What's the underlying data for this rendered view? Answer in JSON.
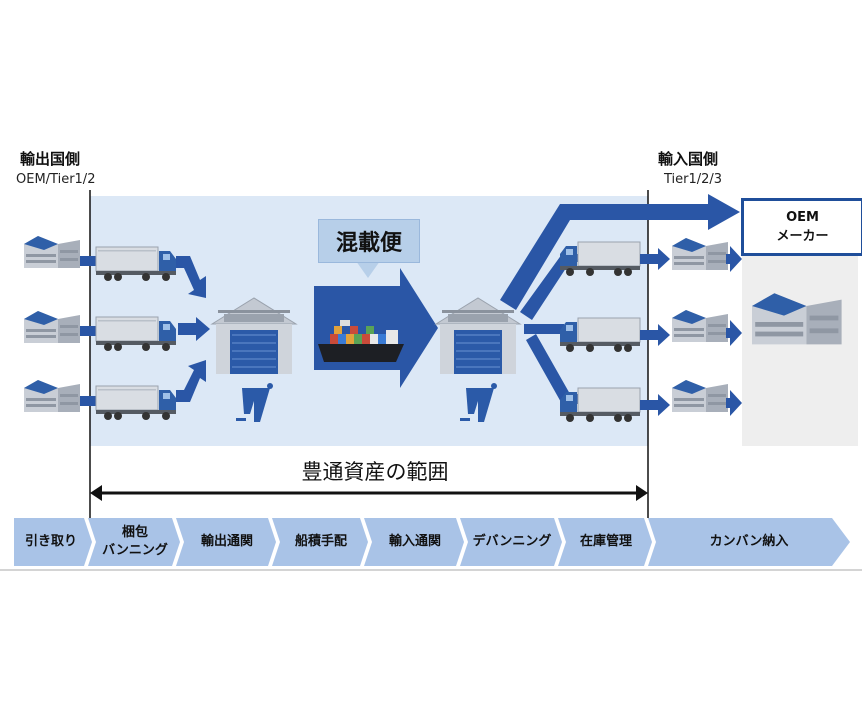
{
  "export_side": {
    "title": "輸出国側",
    "subtitle": "OEM/Tier1/2"
  },
  "import_side": {
    "title": "輸入国側",
    "subtitle": "Tier1/2/3"
  },
  "consolidated": {
    "label": "混載便"
  },
  "oem_box": {
    "line1": "OEM",
    "line2": "メーカー"
  },
  "scope": {
    "label": "豊通資産の範囲"
  },
  "process_steps": [
    {
      "line1": "引き取り",
      "line2": ""
    },
    {
      "line1": "梱包",
      "line2": "バンニング"
    },
    {
      "line1": "輸出通関",
      "line2": ""
    },
    {
      "line1": "船積手配",
      "line2": ""
    },
    {
      "line1": "輸入通関",
      "line2": ""
    },
    {
      "line1": "デバンニング",
      "line2": ""
    },
    {
      "line1": "在庫管理",
      "line2": ""
    },
    {
      "line1": "カンバン納入",
      "line2": ""
    }
  ],
  "colors": {
    "arrow_blue": "#2a56a6",
    "scope_bg": "#dce8f6",
    "process_bar": "#a9c3e7",
    "warehouse_door": "#2b5aa8",
    "truck_cab": "#2f5fa8"
  },
  "icons": [
    "factory-icon",
    "truck-icon",
    "warehouse-icon",
    "ship-icon",
    "toyota-tsusho-logo-icon"
  ]
}
